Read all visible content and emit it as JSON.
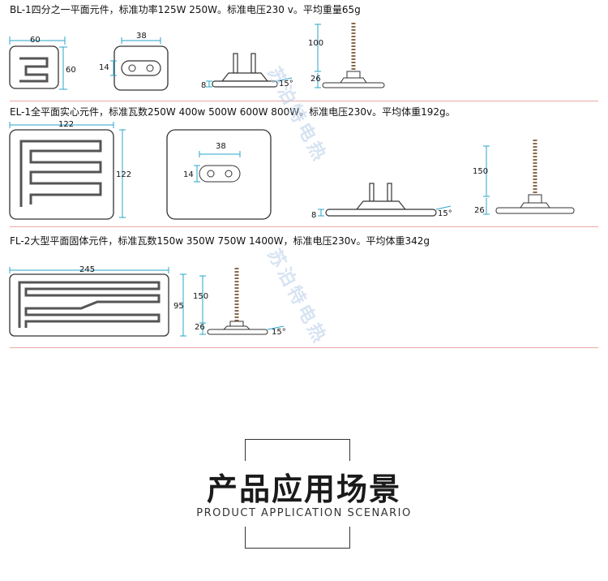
{
  "specs": {
    "bl": "BL-1四分之一平面元件，标准功率125W 250W。标准电压230 v。平均重量65g",
    "el": "EL-1全平面实心元件，标准瓦数250W 400w 500W 600W 800W。标准电压230v。平均体重192g。",
    "fl": "FL-2大型平面固体元件，标准瓦数150w 350W 750W 1400W，标准电压230v。平均体重342g"
  },
  "dims": {
    "bl_width": "60",
    "bl_height": "60",
    "bl_plug_width": "38",
    "bl_plug_height": "14",
    "bl_thickness": "8",
    "bl_angle": "15°",
    "bl_stem": "100",
    "bl_base": "26",
    "el_width": "122",
    "el_height": "122",
    "el_plug_width": "38",
    "el_plug_height": "14",
    "el_thickness": "8",
    "el_angle": "15°",
    "el_stem": "150",
    "el_base": "26",
    "fl_width": "245",
    "fl_height": "95",
    "fl_stem": "150",
    "fl_base": "26",
    "fl_angle": "15°"
  },
  "watermark": "苏泊特电热",
  "section": {
    "title": "产品应用场景",
    "subtitle": "PRODUCT APPLICATION SCENARIO"
  }
}
